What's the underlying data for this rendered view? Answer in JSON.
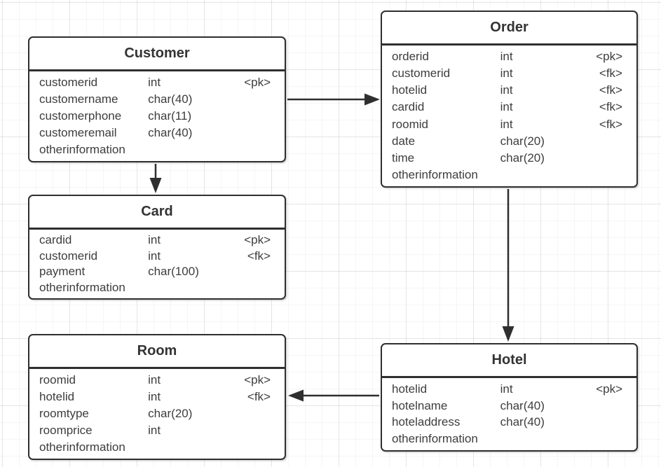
{
  "diagram": {
    "accent_color": "#2f2f2f",
    "text_color": "#3d3d3d",
    "grid_color": "#ededed"
  },
  "tables": [
    {
      "id": "customer",
      "title": "Customer",
      "rows": [
        {
          "name": "customerid",
          "type": "int",
          "key": "<pk>"
        },
        {
          "name": "customername",
          "type": "char(40)",
          "key": ""
        },
        {
          "name": "customerphone",
          "type": "char(11)",
          "key": ""
        },
        {
          "name": "customeremail",
          "type": "char(40)",
          "key": ""
        },
        {
          "name": "otherinformation",
          "type": "",
          "key": ""
        }
      ]
    },
    {
      "id": "order",
      "title": "Order",
      "rows": [
        {
          "name": "orderid",
          "type": "int",
          "key": "<pk>"
        },
        {
          "name": "customerid",
          "type": "int",
          "key": "<fk>"
        },
        {
          "name": "hotelid",
          "type": "int",
          "key": "<fk>"
        },
        {
          "name": "cardid",
          "type": "int",
          "key": "<fk>"
        },
        {
          "name": "roomid",
          "type": "int",
          "key": "<fk>"
        },
        {
          "name": "date",
          "type": "char(20)",
          "key": ""
        },
        {
          "name": "time",
          "type": "char(20)",
          "key": ""
        },
        {
          "name": "otherinformation",
          "type": "",
          "key": ""
        }
      ]
    },
    {
      "id": "card",
      "title": "Card",
      "rows": [
        {
          "name": "cardid",
          "type": "int",
          "key": "<pk>"
        },
        {
          "name": "customerid",
          "type": "int",
          "key": "<fk>"
        },
        {
          "name": "payment",
          "type": "char(100)",
          "key": ""
        },
        {
          "name": "otherinformation",
          "type": "",
          "key": ""
        }
      ]
    },
    {
      "id": "room",
      "title": "Room",
      "rows": [
        {
          "name": "roomid",
          "type": "int",
          "key": "<pk>"
        },
        {
          "name": "hotelid",
          "type": "int",
          "key": "<fk>"
        },
        {
          "name": "roomtype",
          "type": "char(20)",
          "key": ""
        },
        {
          "name": "roomprice",
          "type": "int",
          "key": ""
        },
        {
          "name": "otherinformation",
          "type": "",
          "key": ""
        }
      ]
    },
    {
      "id": "hotel",
      "title": "Hotel",
      "rows": [
        {
          "name": "hotelid",
          "type": "int",
          "key": "<pk>"
        },
        {
          "name": "hotelname",
          "type": "char(40)",
          "key": ""
        },
        {
          "name": "hoteladdress",
          "type": "char(40)",
          "key": ""
        },
        {
          "name": "otherinformation",
          "type": "",
          "key": ""
        }
      ]
    }
  ],
  "relations": [
    {
      "from": "Customer",
      "to": "Order"
    },
    {
      "from": "Customer",
      "to": "Card"
    },
    {
      "from": "Order",
      "to": "Hotel"
    },
    {
      "from": "Hotel",
      "to": "Room"
    }
  ]
}
